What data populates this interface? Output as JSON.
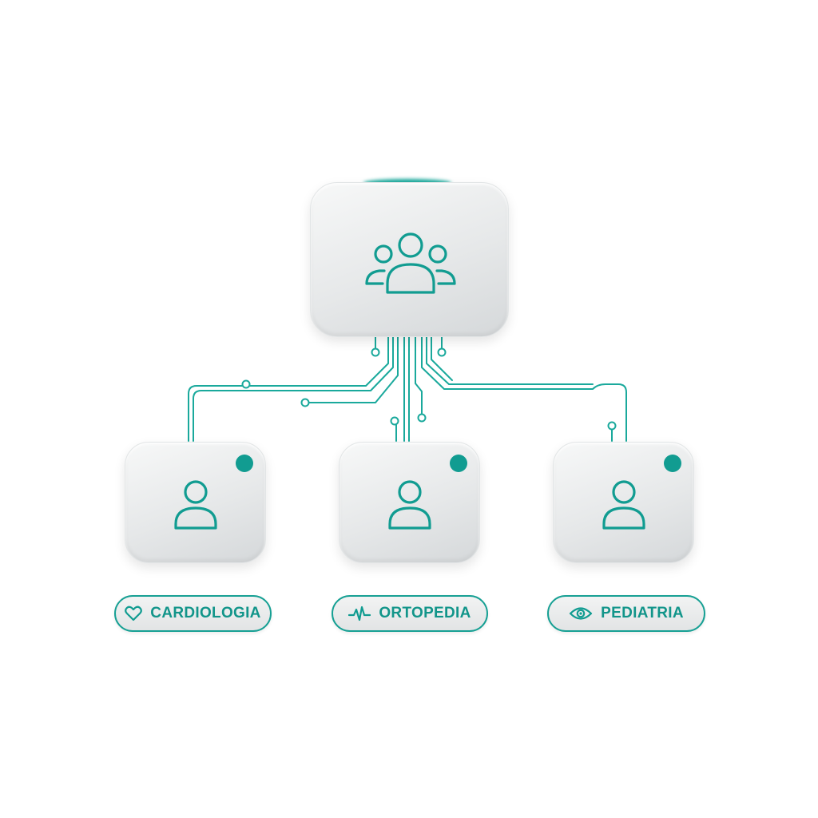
{
  "colors": {
    "accent": "#119c91",
    "line": "#1aa99c",
    "card_light": "#f7f8f8",
    "card_dark": "#d5d8da"
  },
  "root": {
    "icon": "group-users-icon"
  },
  "children": [
    {
      "icon": "user-icon",
      "status": "status-dot"
    },
    {
      "icon": "user-icon",
      "status": "status-dot"
    },
    {
      "icon": "user-icon",
      "status": "status-dot"
    }
  ],
  "labels": [
    {
      "icon": "heart-icon",
      "text": "CARDIOLOGIA"
    },
    {
      "icon": "heartbeat-pulse-icon",
      "text": "ORTOPEDIA"
    },
    {
      "icon": "eye-icon",
      "text": "PEDIATRIA"
    }
  ]
}
